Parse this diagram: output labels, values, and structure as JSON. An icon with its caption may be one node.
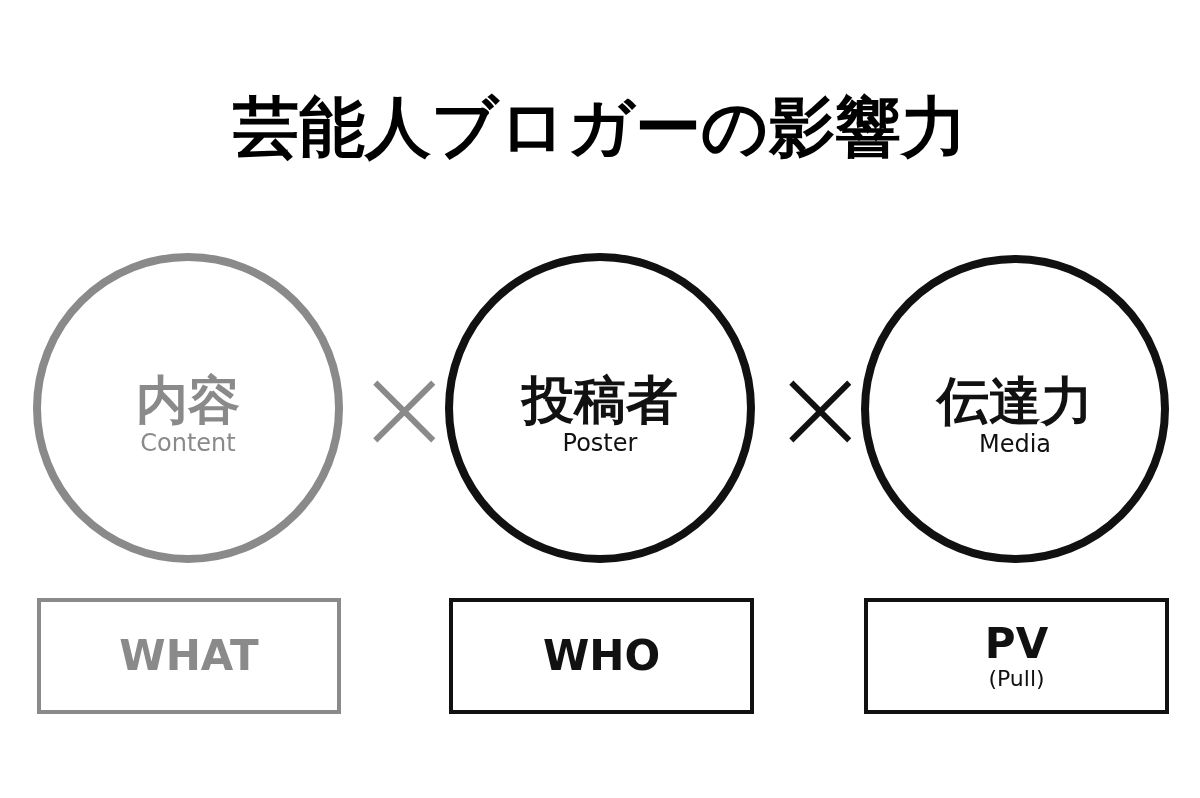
{
  "diagram": {
    "title": "芸能人ブロガーの影響力",
    "nodes": [
      {
        "text": [
          "内容",
          "Content"
        ]
      },
      {
        "text": [
          "投稿者",
          "Poster"
        ]
      },
      {
        "text": [
          "伝達力",
          "Media"
        ]
      },
      {
        "text": [
          "WHAT"
        ]
      },
      {
        "text": [
          "WHO"
        ]
      },
      {
        "text": [
          "PV",
          "(Pull)"
        ]
      }
    ],
    "labels": [
      "×",
      "×"
    ]
  }
}
